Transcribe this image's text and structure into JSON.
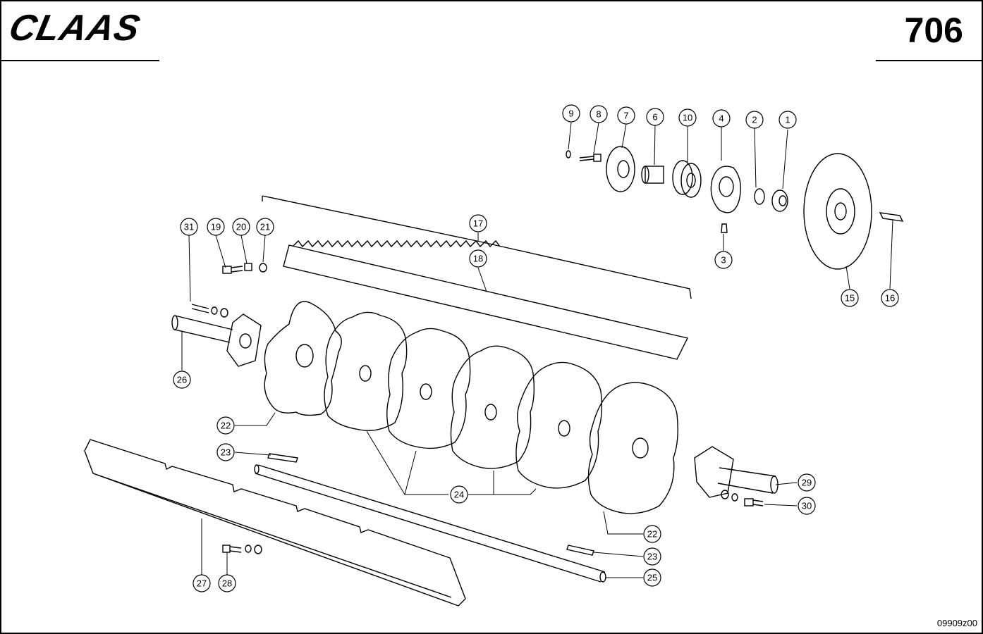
{
  "header": {
    "brand": "CLAAS",
    "page_number": "706"
  },
  "footer": {
    "drawing_code": "09909z00"
  },
  "callouts": [
    "1",
    "2",
    "3",
    "4",
    "6",
    "7",
    "8",
    "9",
    "10",
    "15",
    "16",
    "17",
    "18",
    "19",
    "20",
    "21",
    "22",
    "22",
    "23",
    "23",
    "24",
    "25",
    "26",
    "27",
    "28",
    "29",
    "30",
    "31"
  ],
  "colors": {
    "ink": "#000000",
    "paper": "#ffffff"
  }
}
